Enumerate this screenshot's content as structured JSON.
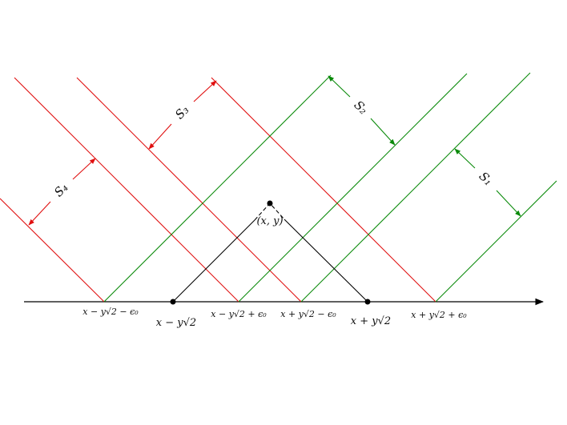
{
  "labels": {
    "point": "(x, y)",
    "s1": "S₁",
    "s2": "S₂",
    "s3": "S₃",
    "s4": "S₄",
    "tick_a": "x − y√2 − ϵ₀",
    "tick_b": "x − y√2",
    "tick_c": "x − y√2 + ϵ₀",
    "tick_d": "x + y√2 − ϵ₀",
    "tick_e": "x + y√2",
    "tick_f": "x + y√2 + ϵ₀"
  },
  "colors": {
    "red": "#e01010",
    "green": "#0a8a0a",
    "black": "#000000"
  },
  "icons": {
    "axis_arrow": "arrow-right",
    "points": "filled-circle"
  }
}
